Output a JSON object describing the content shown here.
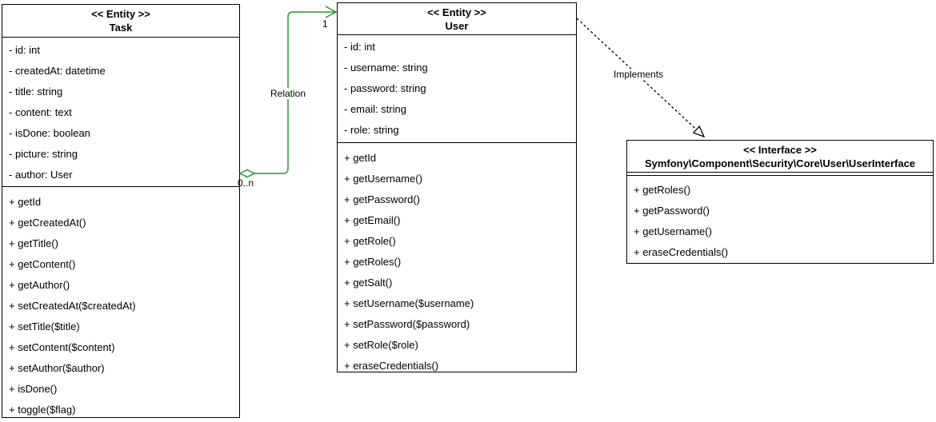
{
  "diagram": {
    "background_color": "#ffffff",
    "stroke_color": "#000000"
  },
  "classes": {
    "task": {
      "stereotype": "<< Entity >>",
      "name": "Task",
      "attributes": [
        "- id: int",
        "- createdAt: datetime",
        "- title: string",
        "- content: text",
        "- isDone: boolean",
        "- picture: string",
        "- author: User"
      ],
      "methods": [
        "+ getId",
        "+ getCreatedAt()",
        "+ getTitle()",
        "+ getContent()",
        "+ getAuthor()",
        "+ setCreatedAt($createdAt)",
        "+ setTitle($title)",
        "+ setContent($content)",
        "+ setAuthor($author)",
        "+ isDone()",
        "+ toggle($flag)"
      ]
    },
    "user": {
      "stereotype": "<< Entity >>",
      "name": "User",
      "attributes": [
        "- id: int",
        "- username: string",
        "- password: string",
        "- email: string",
        "- role: string"
      ],
      "methods": [
        "+ getId",
        "+ getUsername()",
        "+ getPassword()",
        "+ getEmail()",
        "+ getRole()",
        "+ getRoles()",
        "+ getSalt()",
        "+ setUsername($username)",
        "+ setPassword($password)",
        "+ setRole($role)",
        "+ eraseCredentials()"
      ]
    },
    "user_interface": {
      "stereotype": "<< Interface >>",
      "name": "Symfony\\Component\\Security\\Core\\User\\UserInterface",
      "methods": [
        "+ getRoles()",
        "+ getPassword()",
        "+ getUsername()",
        "+ eraseCredentials()"
      ]
    }
  },
  "edges": {
    "relation": {
      "label": "Relation",
      "type": "aggregation",
      "color": "#2f9331",
      "source_multiplicity": "0..n",
      "target_multiplicity": "1"
    },
    "implements": {
      "label": "Implements",
      "type": "realization",
      "color": "#000000"
    }
  }
}
